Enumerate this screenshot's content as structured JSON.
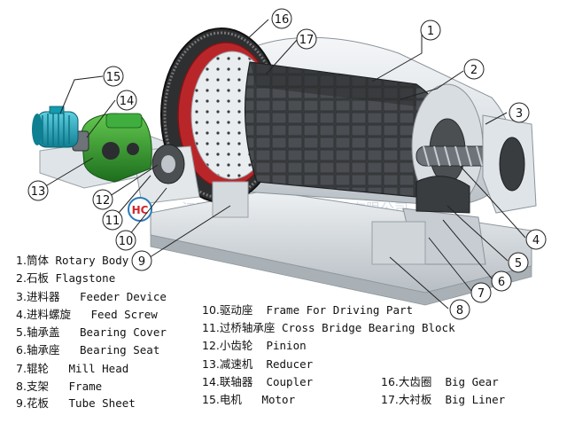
{
  "watermark": {
    "company": "江西恒昌矿山机械设备制造有限公司",
    "logo_letters": "HC"
  },
  "callouts": [
    "1",
    "2",
    "3",
    "4",
    "5",
    "6",
    "7",
    "8",
    "9",
    "10",
    "11",
    "12",
    "13",
    "14",
    "15",
    "16",
    "17"
  ],
  "legend": [
    {
      "num": "1.",
      "zh": "筒体",
      "en": "Rotary Body"
    },
    {
      "num": "2.",
      "zh": "石板",
      "en": "Flagstone"
    },
    {
      "num": "3.",
      "zh": "进料器",
      "en": "Feeder Device"
    },
    {
      "num": "4.",
      "zh": "进料螺旋",
      "en": "Feed Screw"
    },
    {
      "num": "5.",
      "zh": "轴承盖",
      "en": "Bearing Cover"
    },
    {
      "num": "6.",
      "zh": "轴承座",
      "en": "Bearing Seat"
    },
    {
      "num": "7.",
      "zh": "辊轮",
      "en": "Mill Head"
    },
    {
      "num": "8.",
      "zh": "支架",
      "en": "Frame"
    },
    {
      "num": "9.",
      "zh": "花板",
      "en": "Tube Sheet"
    },
    {
      "num": "10.",
      "zh": "驱动座",
      "en": "Frame For Driving Part"
    },
    {
      "num": "11.",
      "zh": "过桥轴承座",
      "en": "Cross Bridge Bearing Block"
    },
    {
      "num": "12.",
      "zh": "小齿轮",
      "en": "Pinion"
    },
    {
      "num": "13.",
      "zh": "减速机",
      "en": "Reducer"
    },
    {
      "num": "14.",
      "zh": "联轴器",
      "en": "Coupler"
    },
    {
      "num": "15.",
      "zh": "电机",
      "en": "Motor"
    },
    {
      "num": "16.",
      "zh": "大齿圈",
      "en": "Big Gear"
    },
    {
      "num": "17.",
      "zh": "大衬板",
      "en": "Big Liner"
    }
  ],
  "colors": {
    "motor": "#1aa3b8",
    "reducer": "#2e9a2e",
    "body_light": "#e8ecef",
    "body_mid": "#c7cdd2",
    "body_dark": "#3a3d40",
    "gear": "#b9262a",
    "lines": "#222222"
  }
}
